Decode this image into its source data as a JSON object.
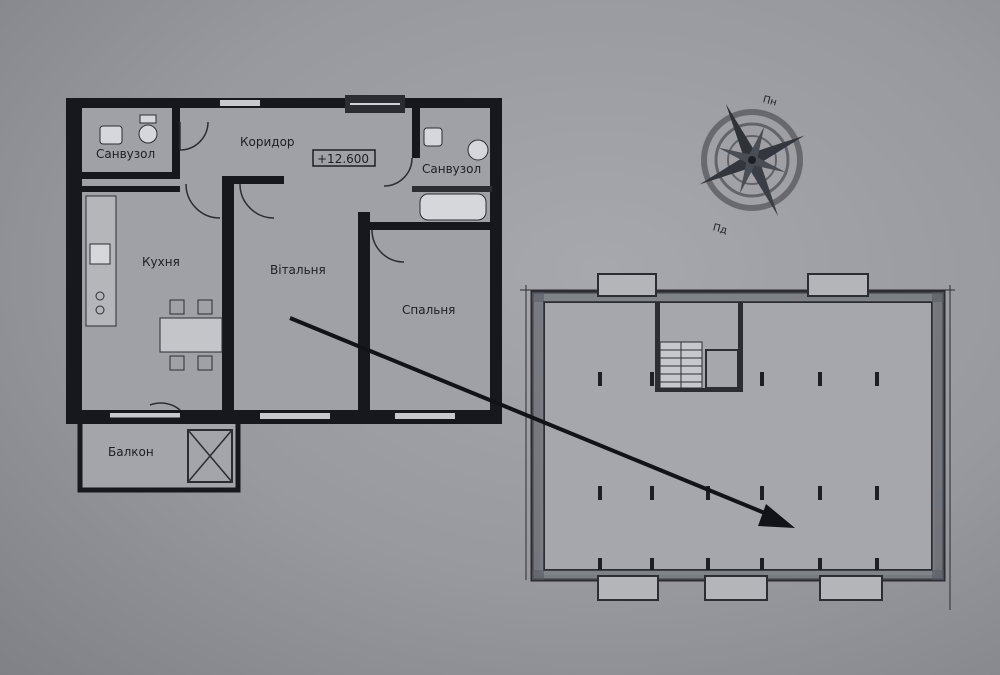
{
  "apartment_plan": {
    "rooms": {
      "bathroom_left": "Санвузол",
      "corridor": "Коридор",
      "elevation": "+12.600",
      "bathroom_right": "Санвузол",
      "kitchen": "Кухня",
      "living_room": "Вітальня",
      "bedroom": "Спальня",
      "balcony": "Балкон"
    }
  },
  "compass": {
    "north": "Пн",
    "south": "Пд"
  },
  "colors": {
    "wall": "#16181d",
    "floor": "#9a9ca1",
    "line": "#2b2d33",
    "arrow": "#111318"
  }
}
